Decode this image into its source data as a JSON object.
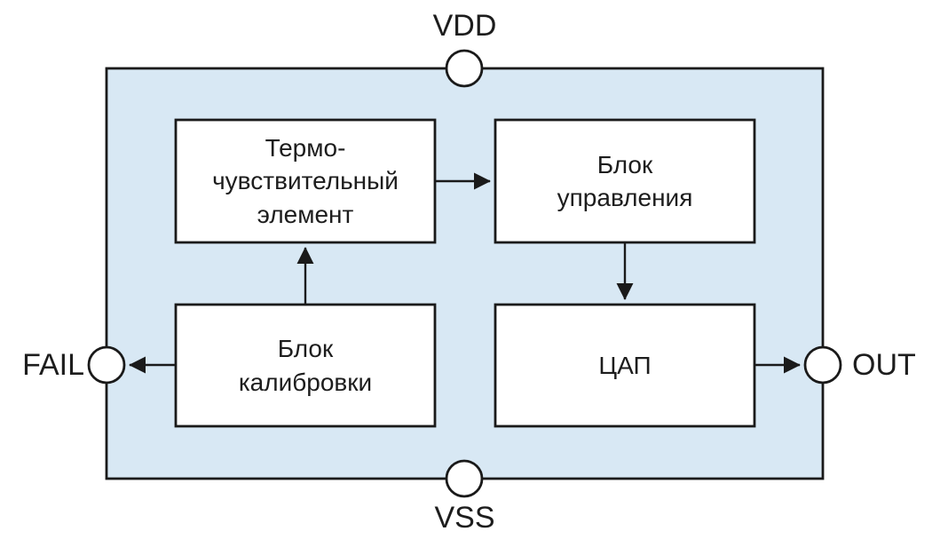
{
  "diagram": {
    "type": "block-diagram",
    "description": "Temperature sensor IC functional block diagram",
    "blocks": {
      "thermo": {
        "label": "Термо-\nчувствительный\nэлемент"
      },
      "control": {
        "label": "Блок\nуправления"
      },
      "calib": {
        "label": "Блок\nкалибровки"
      },
      "dac": {
        "label": "ЦАП"
      }
    },
    "pins": {
      "vdd": {
        "label": "VDD",
        "side": "top"
      },
      "vss": {
        "label": "VSS",
        "side": "bottom"
      },
      "fail": {
        "label": "FAIL",
        "side": "left"
      },
      "out": {
        "label": "OUT",
        "side": "right"
      }
    },
    "connections": [
      {
        "from": "thermo",
        "to": "control"
      },
      {
        "from": "control",
        "to": "dac"
      },
      {
        "from": "calib",
        "to": "thermo"
      },
      {
        "from": "calib",
        "to": "fail"
      },
      {
        "from": "dac",
        "to": "out"
      }
    ],
    "colors": {
      "chip_fill": "#d8e8f4",
      "stroke": "#1a1a1a",
      "block_fill": "#ffffff",
      "background": "#ffffff"
    }
  }
}
